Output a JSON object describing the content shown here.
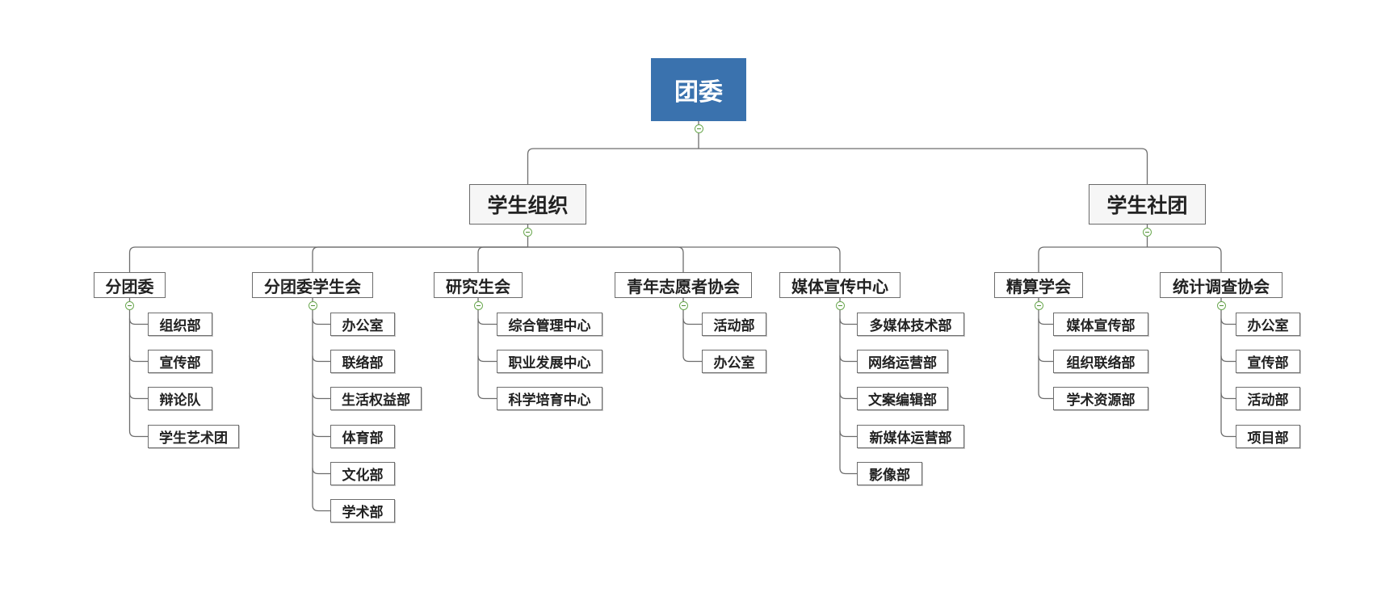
{
  "colors": {
    "root_fill": "#3a72ae",
    "line": "#6d6d6d",
    "toggle": "#6aa84f"
  },
  "tree": {
    "label": "团委",
    "children": [
      {
        "label": "学生组织",
        "children": [
          {
            "label": "分团委",
            "children": [
              {
                "label": "组织部"
              },
              {
                "label": "宣传部"
              },
              {
                "label": "辩论队"
              },
              {
                "label": "学生艺术团"
              }
            ]
          },
          {
            "label": "分团委学生会",
            "children": [
              {
                "label": "办公室"
              },
              {
                "label": "联络部"
              },
              {
                "label": "生活权益部"
              },
              {
                "label": "体育部"
              },
              {
                "label": "文化部"
              },
              {
                "label": "学术部"
              }
            ]
          },
          {
            "label": "研究生会",
            "children": [
              {
                "label": "综合管理中心"
              },
              {
                "label": "职业发展中心"
              },
              {
                "label": "科学培育中心"
              }
            ]
          },
          {
            "label": "青年志愿者协会",
            "children": [
              {
                "label": "活动部"
              },
              {
                "label": "办公室"
              }
            ]
          },
          {
            "label": "媒体宣传中心",
            "children": [
              {
                "label": "多媒体技术部"
              },
              {
                "label": "网络运营部"
              },
              {
                "label": "文案编辑部"
              },
              {
                "label": "新媒体运营部"
              },
              {
                "label": "影像部"
              }
            ]
          }
        ]
      },
      {
        "label": "学生社团",
        "children": [
          {
            "label": "精算学会",
            "children": [
              {
                "label": "媒体宣传部"
              },
              {
                "label": "组织联络部"
              },
              {
                "label": "学术资源部"
              }
            ]
          },
          {
            "label": "统计调查协会",
            "children": [
              {
                "label": "办公室"
              },
              {
                "label": "宣传部"
              },
              {
                "label": "活动部"
              },
              {
                "label": "项目部"
              }
            ]
          }
        ]
      }
    ]
  }
}
